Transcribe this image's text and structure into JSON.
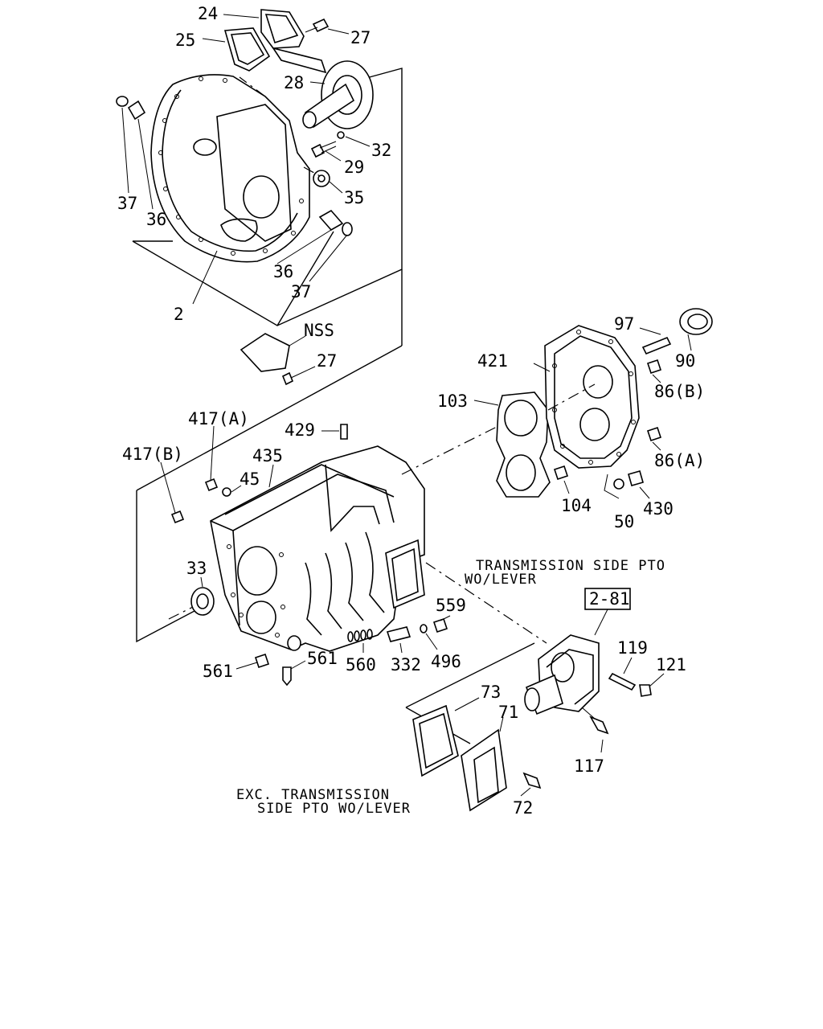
{
  "callouts": [
    {
      "id": "c24",
      "text": "24"
    },
    {
      "id": "c25",
      "text": "25"
    },
    {
      "id": "c27a",
      "text": "27"
    },
    {
      "id": "c28",
      "text": "28"
    },
    {
      "id": "c32",
      "text": "32"
    },
    {
      "id": "c29",
      "text": "29"
    },
    {
      "id": "c35",
      "text": "35"
    },
    {
      "id": "c37a",
      "text": "37"
    },
    {
      "id": "c36a",
      "text": "36"
    },
    {
      "id": "c36b",
      "text": "36"
    },
    {
      "id": "c37b",
      "text": "37"
    },
    {
      "id": "c2",
      "text": "2"
    },
    {
      "id": "cnss",
      "text": "NSS"
    },
    {
      "id": "c27b",
      "text": "27"
    },
    {
      "id": "c97",
      "text": "97"
    },
    {
      "id": "c90",
      "text": "90"
    },
    {
      "id": "c421",
      "text": "421"
    },
    {
      "id": "c86b",
      "text": "86(B)"
    },
    {
      "id": "c103",
      "text": "103"
    },
    {
      "id": "c86a",
      "text": "86(A)"
    },
    {
      "id": "c417a",
      "text": "417(A)"
    },
    {
      "id": "c429",
      "text": "429"
    },
    {
      "id": "c417b",
      "text": "417(B)"
    },
    {
      "id": "c435",
      "text": "435"
    },
    {
      "id": "c45",
      "text": "45"
    },
    {
      "id": "c104",
      "text": "104"
    },
    {
      "id": "c430",
      "text": "430"
    },
    {
      "id": "c50",
      "text": "50"
    },
    {
      "id": "c33",
      "text": "33"
    },
    {
      "id": "c559",
      "text": "559"
    },
    {
      "id": "c119",
      "text": "119"
    },
    {
      "id": "c121",
      "text": "121"
    },
    {
      "id": "c561a",
      "text": "561"
    },
    {
      "id": "c561b",
      "text": "561"
    },
    {
      "id": "c560",
      "text": "560"
    },
    {
      "id": "c332",
      "text": "332"
    },
    {
      "id": "c496",
      "text": "496"
    },
    {
      "id": "c73",
      "text": "73"
    },
    {
      "id": "c71",
      "text": "71"
    },
    {
      "id": "c117",
      "text": "117"
    },
    {
      "id": "c72",
      "text": "72"
    }
  ],
  "ref_box": "2-81",
  "notes": {
    "pto_line1": "TRANSMISSION SIDE PTO",
    "pto_line2": "WO/LEVER",
    "exc_line1": "EXC. TRANSMISSION",
    "exc_line2": "SIDE PTO WO/LEVER"
  }
}
